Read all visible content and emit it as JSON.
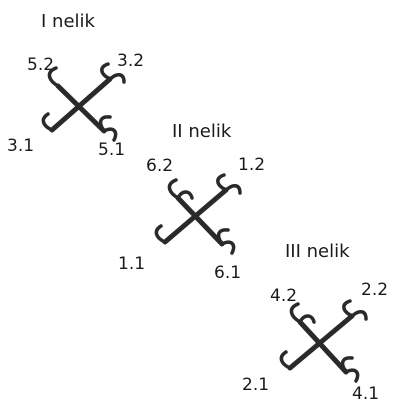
{
  "diagram": {
    "stroke_color": "#2a2a2a",
    "text_color": "#1a1a1a",
    "groups": [
      {
        "title": "I nelik",
        "labels": {
          "top_left": "5.2",
          "top_right": "3.2",
          "bottom_left": "3.1",
          "bottom_right": "5.1"
        }
      },
      {
        "title": "II nelik",
        "labels": {
          "top_left": "6.2",
          "top_right": "1.2",
          "bottom_left": "1.1",
          "bottom_right": "6.1"
        }
      },
      {
        "title": "III nelik",
        "labels": {
          "top_left": "4.2",
          "top_right": "2.2",
          "bottom_left": "2.1",
          "bottom_right": "4.1"
        }
      }
    ]
  }
}
